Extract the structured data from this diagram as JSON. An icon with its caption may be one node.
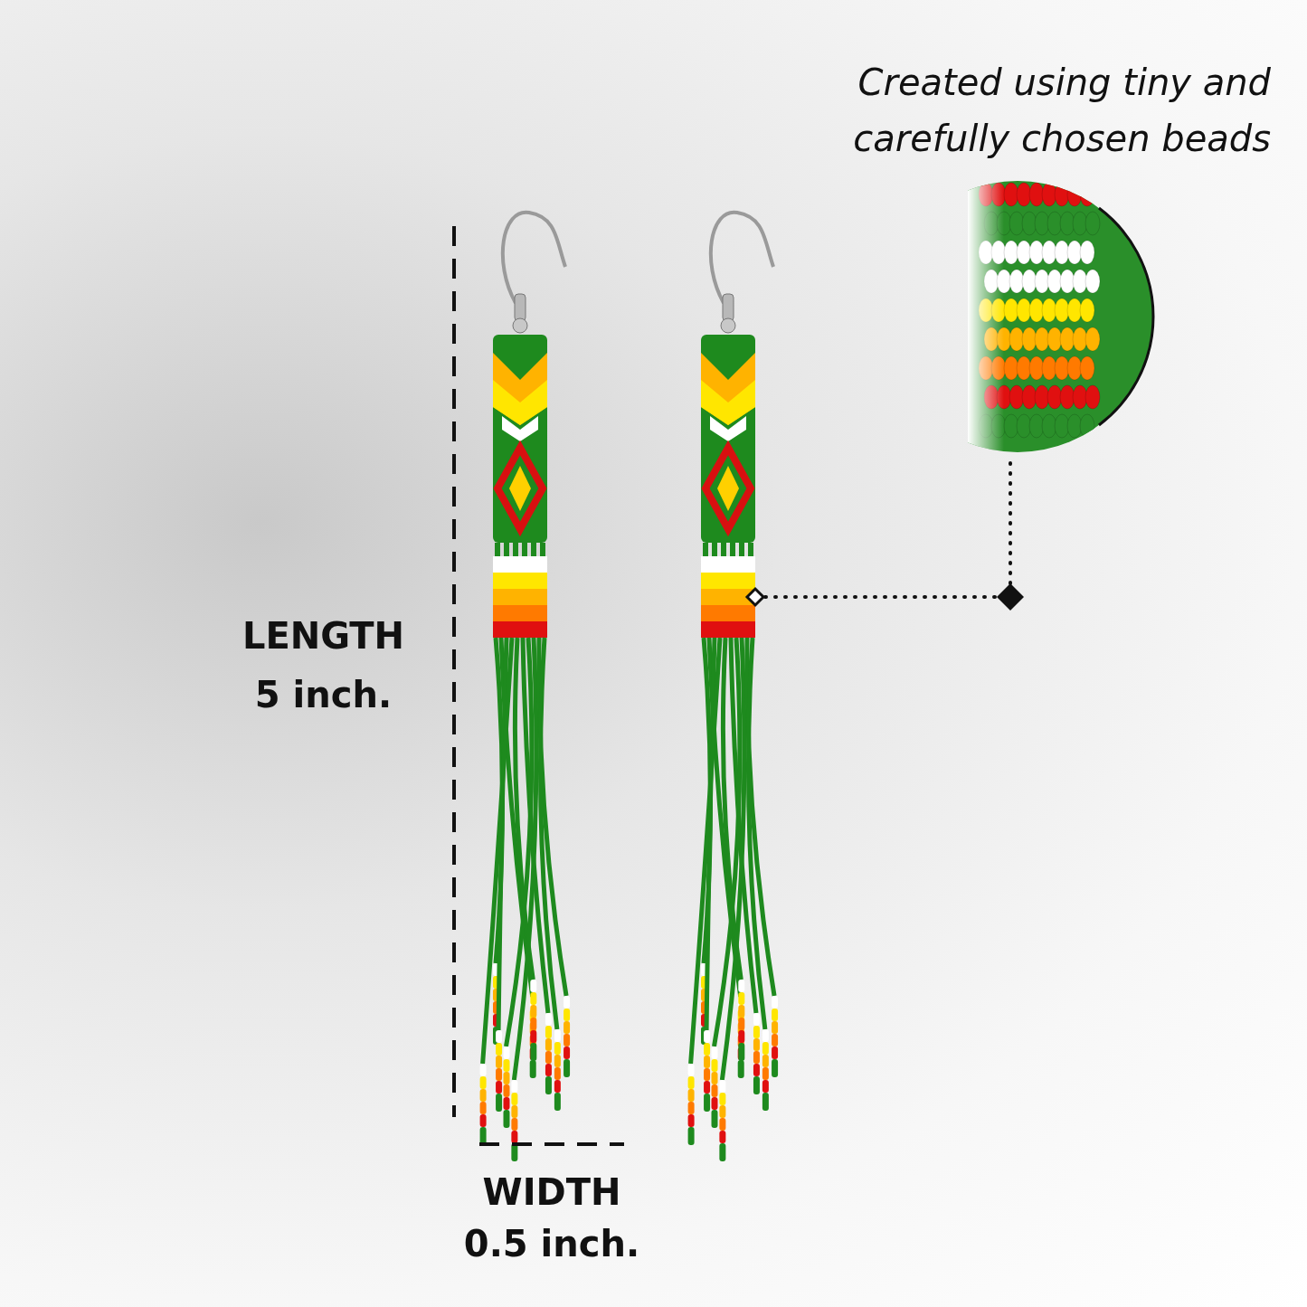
{
  "diagram": {
    "nodes": [
      {
        "text": [],
        "shape": "picture"
      },
      {
        "text": [],
        "shape": "picture"
      },
      {
        "text": [],
        "shape": "picture",
        "in": 1
      },
      {
        "text": [],
        "shape": "picture",
        "beside": [
          "Created using tiny and carefully chosen beads"
        ]
      }
    ],
    "edges": [
      {
        "from": 2,
        "to": 3,
        "arrow": "other",
        "style": "dashed"
      }
    ],
    "labels": [
      "LENGTH",
      "5 inch.",
      "WIDTH",
      "0.5 inch."
    ]
  }
}
